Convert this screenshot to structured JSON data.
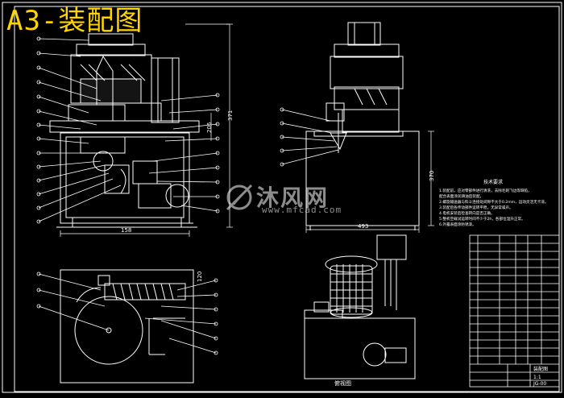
{
  "drawing": {
    "title_tag": "A3-装配图",
    "dimensions": {
      "front_width": "158",
      "front_height": "371",
      "front_small": "206",
      "side_width": "493",
      "side_height": "370",
      "plan_right": "120"
    },
    "bottom_view_label": "俯视图",
    "notes": {
      "heading": "技术要求",
      "lines": [
        "1.装配前，应对零部件进行清洗，去除毛刺飞边等缺陷，",
        "  配合表面涂润滑油后装配。",
        "2.螺旋输送器与料斗连接处间隙不大于0.2mm，运动灵活无卡滞。",
        "3.装配后各传动部件运转平稳，无异常噪声。",
        "4.电机安装后检查转向是否正确。",
        "5.整机空载试运转时间不少于2h，各部位温升正常。",
        "6.外露表面涂防锈漆。"
      ]
    },
    "title_block": {
      "name": "装配图",
      "drawing_no": "JG-00",
      "scale": "1:1"
    }
  },
  "watermark": {
    "text": "沐风网",
    "url": "www.mfcad.com"
  },
  "colors": {
    "background": "#000000",
    "line": "#ffffff",
    "tag": "#ffd400"
  }
}
